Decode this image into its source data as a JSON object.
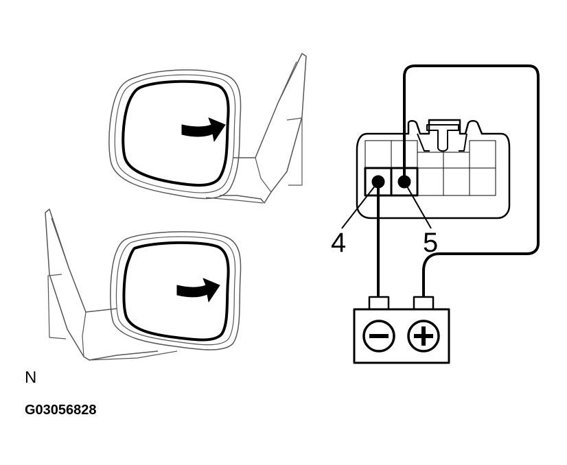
{
  "diagram": {
    "terminals": [
      {
        "label": "4"
      },
      {
        "label": "5"
      }
    ],
    "battery": {
      "negative_symbol": "minus-icon",
      "positive_symbol": "plus-icon"
    },
    "view_label": "N",
    "figure_id": "G03056828",
    "colors": {
      "line": "#000000",
      "background": "#ffffff",
      "mirror_body_outline": "#555555"
    }
  }
}
